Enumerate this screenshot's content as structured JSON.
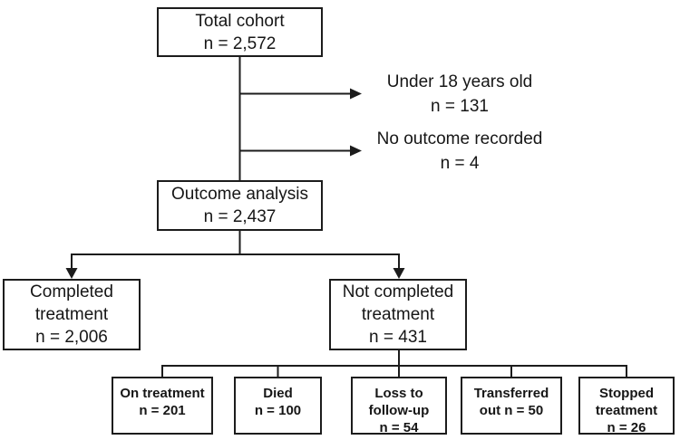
{
  "figure": {
    "type": "flowchart",
    "colors": {
      "background": "#ffffff",
      "line": "#1c1c1c",
      "text": "#161616"
    },
    "nodes": {
      "total_cohort": {
        "lines": [
          "Total cohort",
          "n = 2,572"
        ]
      },
      "under_18": {
        "lines": [
          "Under 18 years old",
          "n = 131"
        ]
      },
      "no_outcome": {
        "lines": [
          "No outcome recorded",
          "n = 4"
        ]
      },
      "outcome_analysis": {
        "lines": [
          "Outcome analysis",
          "n = 2,437"
        ]
      },
      "completed": {
        "lines": [
          "Completed",
          "treatment",
          "n = 2,006"
        ]
      },
      "not_completed": {
        "lines": [
          "Not completed",
          "treatment",
          "n = 431"
        ]
      },
      "on_treatment": {
        "lines": [
          "On treatment",
          "n = 201"
        ]
      },
      "died": {
        "lines": [
          "Died",
          "n = 100"
        ]
      },
      "loss_follow_up": {
        "lines": [
          "Loss to",
          "follow-up",
          "n = 54"
        ]
      },
      "transferred_out": {
        "lines": [
          "Transferred",
          "out n = 50"
        ]
      },
      "stopped": {
        "lines": [
          "Stopped",
          "treatment",
          "n = 26"
        ]
      }
    }
  }
}
